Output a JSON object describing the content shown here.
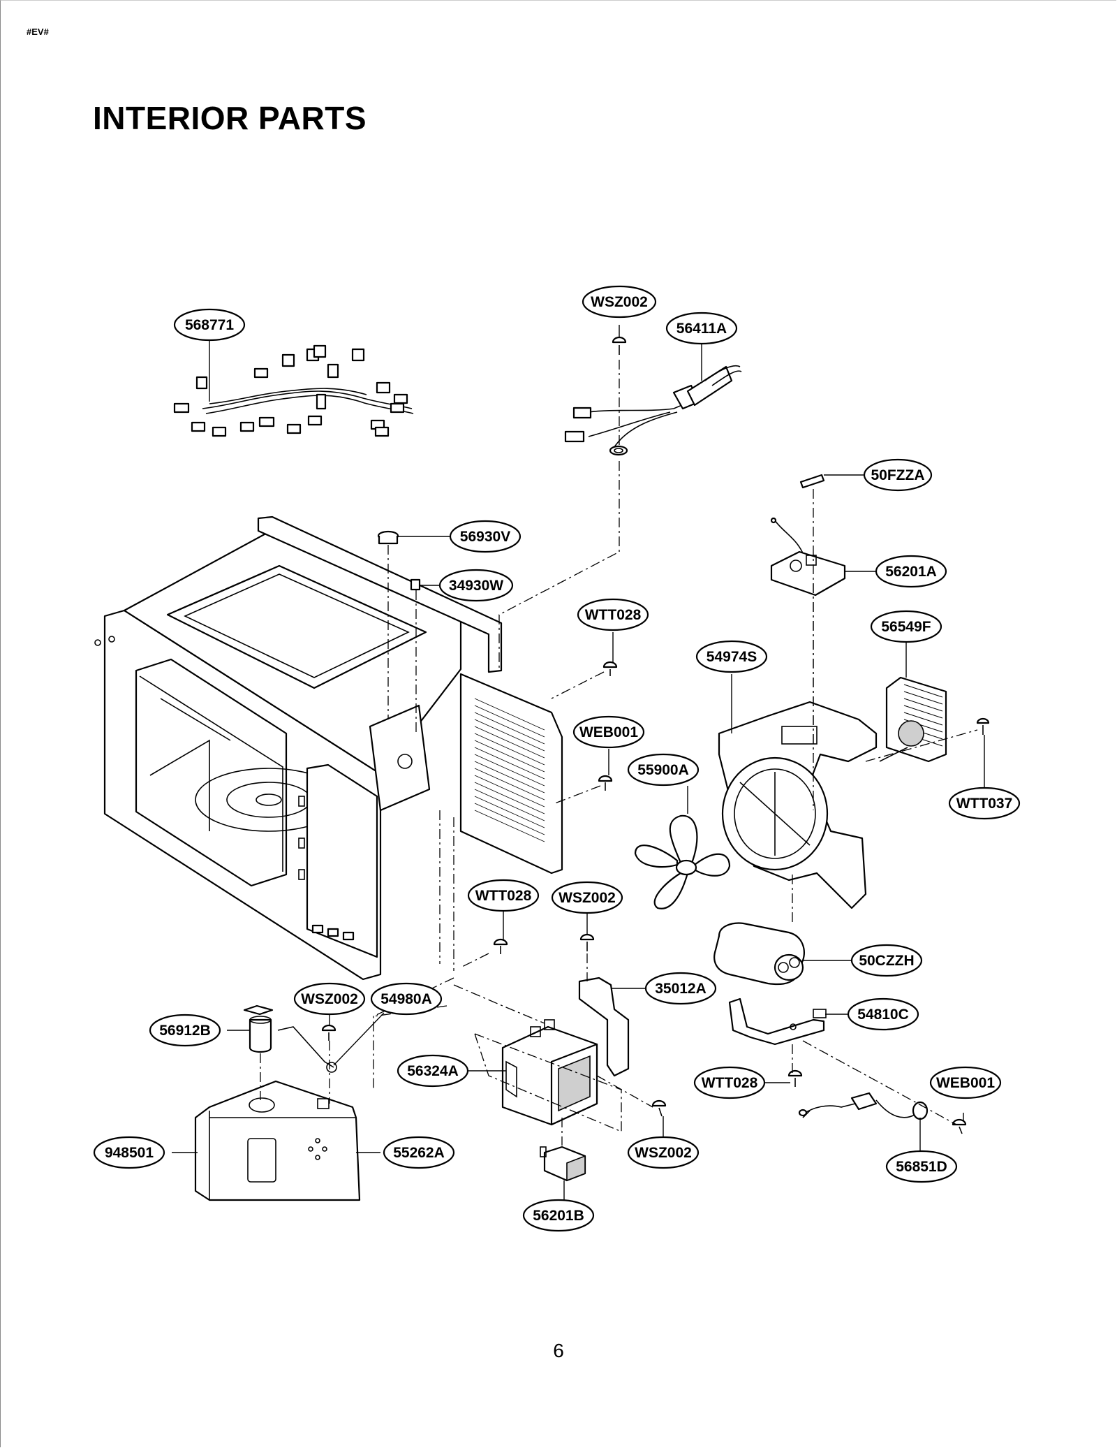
{
  "document": {
    "header_mark": "#EV#",
    "title": "INTERIOR PARTS",
    "page_number": "6"
  },
  "labels": {
    "l568771": "568771",
    "lwsz002a": "WSZ002",
    "l56411a": "56411A",
    "l50fzza": "50FZZA",
    "l56930v": "56930V",
    "l34930w": "34930W",
    "l56201a": "56201A",
    "l56549f": "56549F",
    "lwtt028a": "WTT028",
    "l54974s": "54974S",
    "lweb001a": "WEB001",
    "l55900a": "55900A",
    "lwtt037": "WTT037",
    "lwtt028b": "WTT028",
    "lwsz002b": "WSZ002",
    "l50czzh": "50CZZH",
    "l35012a": "35012A",
    "l54810c": "54810C",
    "lwsz002c": "WSZ002",
    "l54980a": "54980A",
    "l56912b": "56912B",
    "l56324a": "56324A",
    "lwtt028c": "WTT028",
    "lweb001b": "WEB001",
    "l948501": "948501",
    "l55262a": "55262A",
    "lwsz002d": "WSZ002",
    "l56851d": "56851D",
    "l56201b": "56201B"
  }
}
